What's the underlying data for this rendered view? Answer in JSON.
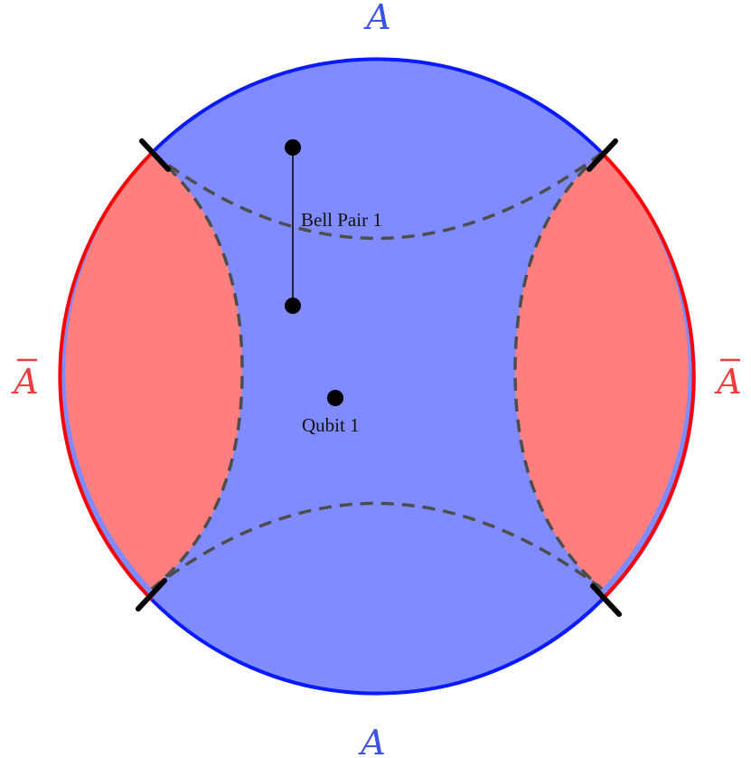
{
  "colors": {
    "region_a_fill": "#7f8bff",
    "region_a_boundary": "#0a1aff",
    "region_a_label": "#3a52e8",
    "region_abar_fill": "#ff7f7f",
    "region_abar_boundary": "#ff0000",
    "region_abar_label": "#f03c3c",
    "geodesic": "#4d4d4d",
    "marker": "#000000"
  },
  "labels": {
    "region_a_top": "A",
    "region_a_bottom": "A",
    "region_abar_left": "A",
    "region_abar_right": "A",
    "bell_pair": "Bell Pair 1",
    "qubit": "Qubit 1"
  },
  "notation": {
    "abar_overbar": true
  }
}
